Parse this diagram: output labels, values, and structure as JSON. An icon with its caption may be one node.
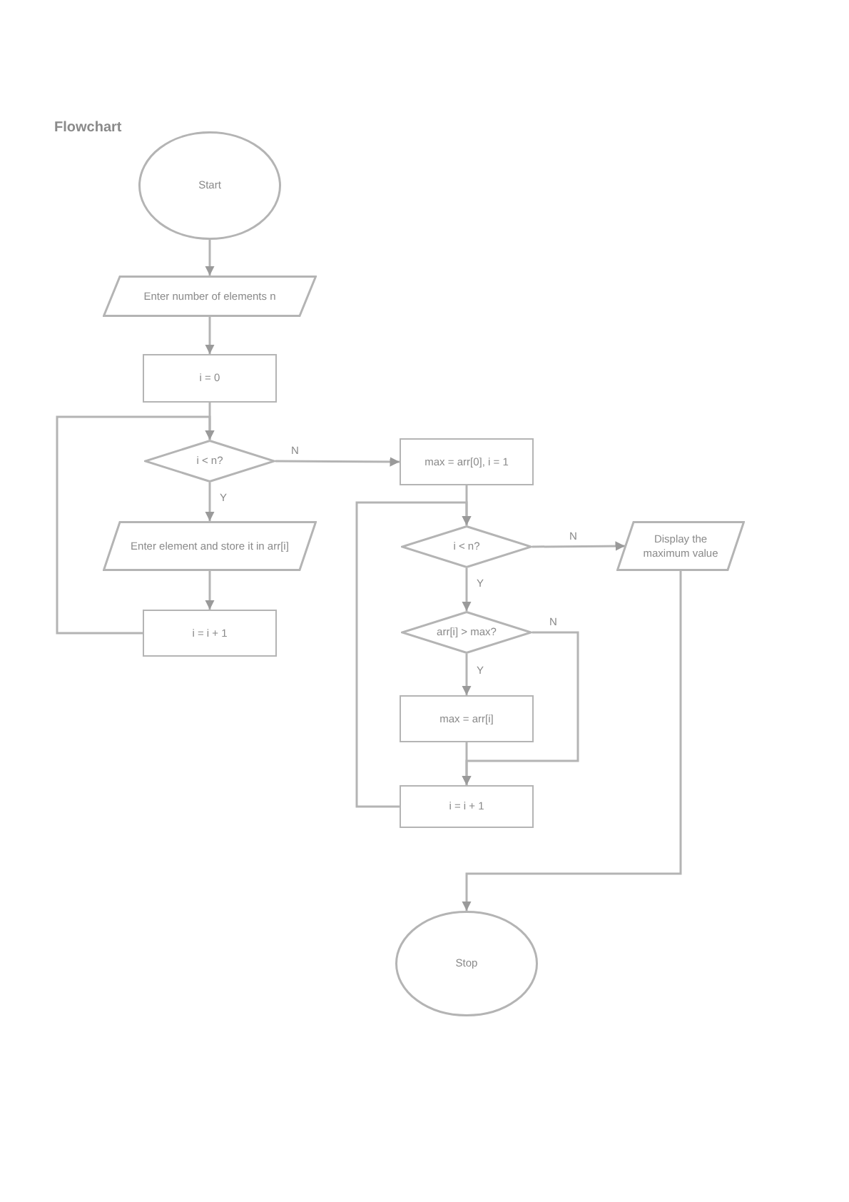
{
  "diagram": {
    "title": "Flowchart",
    "nodes": [
      {
        "text": [
          "Start"
        ]
      },
      {
        "text": [
          "Enter number of elements n"
        ]
      },
      {
        "text": [
          "i = 0"
        ]
      },
      {
        "text": [
          "i < n?"
        ]
      },
      {
        "text": [
          "Enter element and store it in arr[i]"
        ]
      },
      {
        "text": [
          "i = i + 1"
        ]
      },
      {
        "text": [
          "max = arr[0], i = 1"
        ]
      },
      {
        "text": [
          "i < n?"
        ]
      },
      {
        "text": [
          "Display the maximum value"
        ]
      },
      {
        "text": [
          "arr[i] > max?"
        ]
      },
      {
        "text": [
          "max = arr[i]"
        ]
      },
      {
        "text": [
          "i = i + 1"
        ]
      },
      {
        "text": [
          "Stop"
        ]
      }
    ],
    "edges": [
      {
        "from": 0,
        "to": 1,
        "arrow": "to"
      },
      {
        "from": 1,
        "to": 2,
        "arrow": "to"
      },
      {
        "from": 2,
        "to": 3,
        "arrow": "to"
      },
      {
        "from": 3,
        "to": 4,
        "arrow": "to",
        "label": "Y"
      },
      {
        "from": 4,
        "to": 5,
        "arrow": "to"
      },
      {
        "from": 5,
        "to": 3,
        "arrow": "to"
      },
      {
        "from": 3,
        "to": 6,
        "arrow": "to",
        "label": "N"
      },
      {
        "from": 6,
        "to": 7,
        "arrow": "to"
      },
      {
        "from": 7,
        "to": 8,
        "arrow": "to",
        "label": "N"
      },
      {
        "from": 7,
        "to": 9,
        "arrow": "to",
        "label": "Y"
      },
      {
        "from": 9,
        "to": 10,
        "arrow": "to",
        "label": "Y"
      },
      {
        "from": 9,
        "to": 11,
        "arrow": "to",
        "label": "N"
      },
      {
        "from": 10,
        "to": 11,
        "arrow": "to"
      },
      {
        "from": 11,
        "to": 7,
        "arrow": "to"
      },
      {
        "from": 8,
        "to": 12,
        "arrow": "to"
      }
    ]
  }
}
